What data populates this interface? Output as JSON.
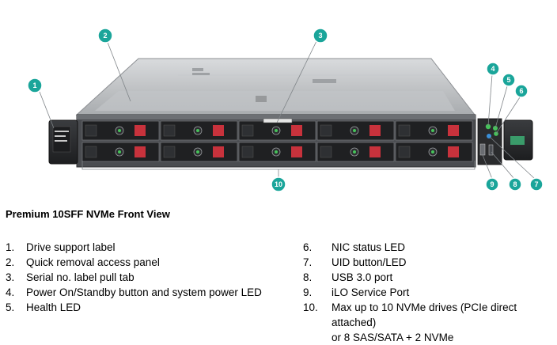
{
  "figure": {
    "caption": "Premium 10SFF NVMe Front View",
    "callouts": [
      "1",
      "2",
      "3",
      "4",
      "5",
      "6",
      "7",
      "8",
      "9",
      "10"
    ],
    "colors": {
      "callout": "#1aa59a",
      "chassis": "#b9bcbf",
      "bezel": "#2a2b2d",
      "drive_red": "#c8323c",
      "led_green": "#46c35a",
      "led_blue": "#3a8fd8"
    }
  },
  "legend": {
    "left": [
      {
        "num": "1.",
        "text": "Drive support label"
      },
      {
        "num": "2.",
        "text": "Quick removal access panel"
      },
      {
        "num": "3.",
        "text": "Serial no. label pull tab"
      },
      {
        "num": "4.",
        "text": "Power On/Standby button and system power LED"
      },
      {
        "num": "5.",
        "text": "Health LED"
      }
    ],
    "right": [
      {
        "num": "6.",
        "text": "NIC status LED"
      },
      {
        "num": "7.",
        "text": "UID button/LED"
      },
      {
        "num": "8.",
        "text": "USB 3.0 port"
      },
      {
        "num": "9.",
        "text": "iLO Service Port"
      },
      {
        "num": "10.",
        "text": "Max up to 10 NVMe drives (PCIe direct\nattached)\nor 8 SAS/SATA + 2 NVMe"
      }
    ]
  }
}
